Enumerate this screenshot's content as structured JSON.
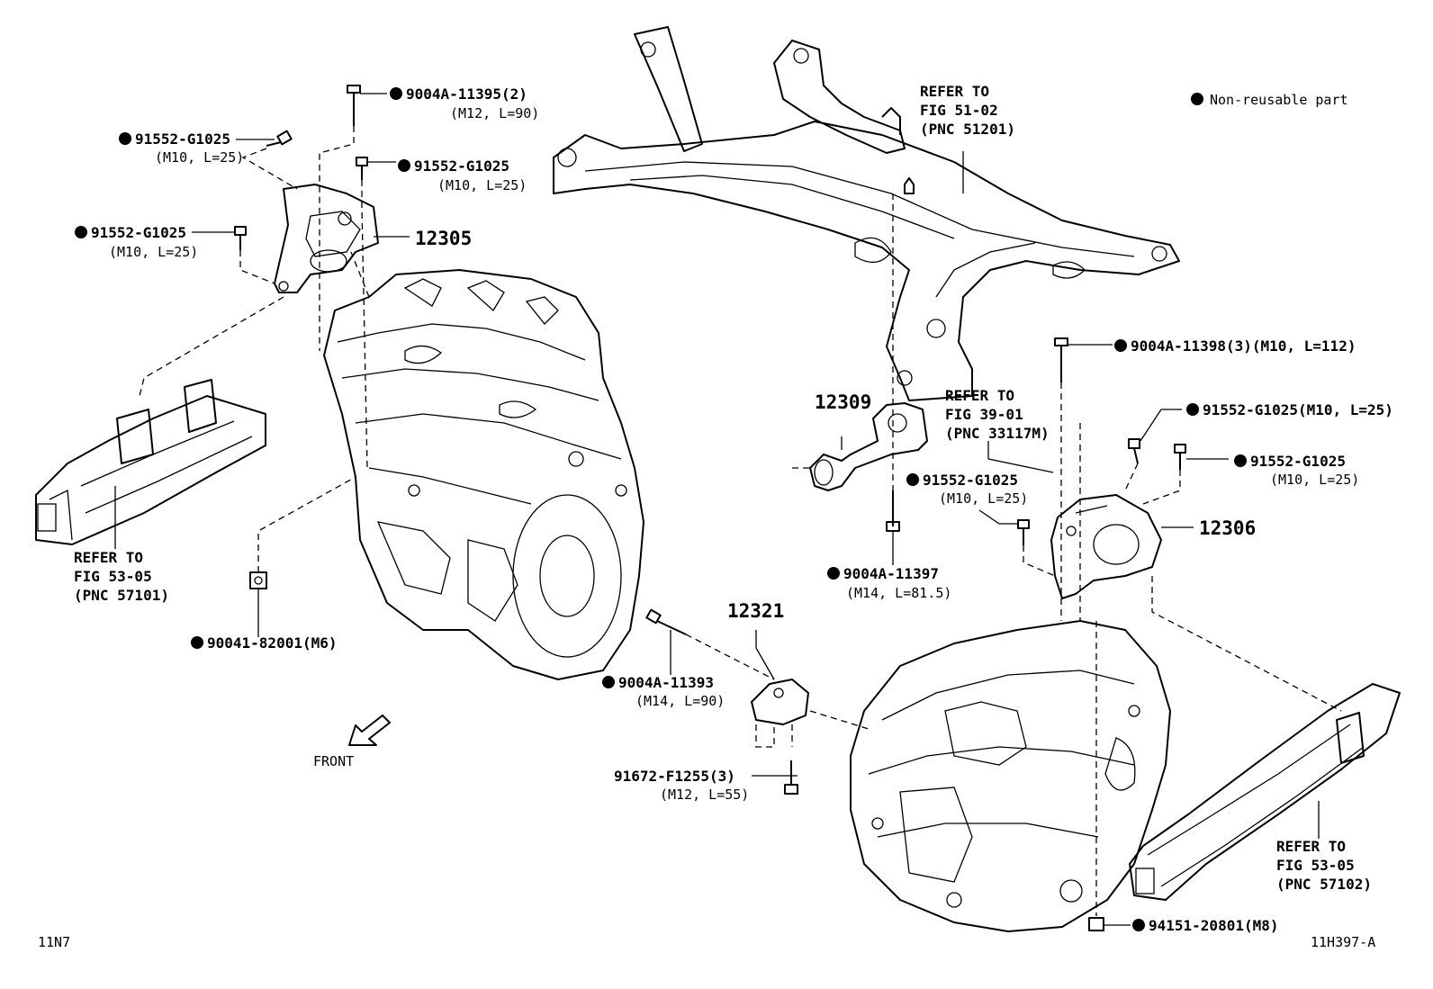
{
  "legend": {
    "text": "Non-reusable part"
  },
  "front_label": "FRONT",
  "corner_left": "11N7",
  "corner_right": "11H397-A",
  "refs": {
    "fig5102": [
      "REFER TO",
      "FIG 51-02",
      "(PNC 51201)"
    ],
    "fig3901": [
      "REFER TO",
      "FIG 39-01",
      "(PNC 33117M)"
    ],
    "fig5305_left": [
      "REFER TO",
      "FIG 53-05",
      "(PNC 57101)"
    ],
    "fig5305_right": [
      "REFER TO",
      "FIG 53-05",
      "(PNC 57102)"
    ]
  },
  "parts": {
    "p12305": "12305",
    "p12306": "12306",
    "p12309": "12309",
    "p12321": "12321"
  },
  "callouts": {
    "c_11395": {
      "num": "9004A-11395(2)",
      "spec": "(M12, L=90)"
    },
    "c_g1025_a": {
      "num": "91552-G1025",
      "spec": "(M10, L=25)"
    },
    "c_g1025_b": {
      "num": "91552-G1025",
      "spec": "(M10, L=25)"
    },
    "c_g1025_c": {
      "num": "91552-G1025",
      "spec": "(M10, L=25)"
    },
    "c_11398": {
      "num": "9004A-11398(3)(M10, L=112)"
    },
    "c_g1025_d": {
      "num": "91552-G1025(M10, L=25)"
    },
    "c_g1025_e": {
      "num": "91552-G1025",
      "spec": "(M10, L=25)"
    },
    "c_g1025_f": {
      "num": "91552-G1025",
      "spec": "(M10, L=25)"
    },
    "c_11397": {
      "num": "9004A-11397",
      "spec": "(M14, L=81.5)"
    },
    "c_82001": {
      "num": "90041-82001(M6)"
    },
    "c_11393": {
      "num": "9004A-11393",
      "spec": "(M14, L=90)"
    },
    "c_f1255": {
      "num": "91672-F1255(3)",
      "spec": "(M12, L=55)"
    },
    "c_20801": {
      "num": "94151-20801(M8)"
    }
  }
}
